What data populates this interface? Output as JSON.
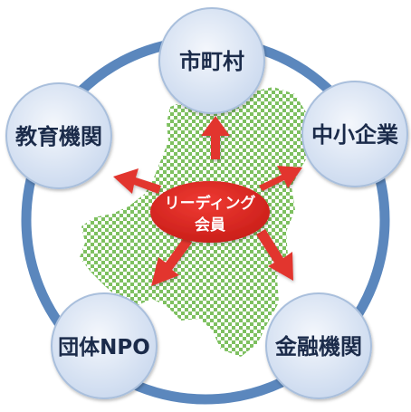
{
  "diagram": {
    "center": {
      "line1": "リーディング",
      "line2": "会員"
    },
    "nodes": [
      {
        "id": "municipality",
        "label": "市町村"
      },
      {
        "id": "sme",
        "label": "中小企業"
      },
      {
        "id": "finance",
        "label": "金融機関"
      },
      {
        "id": "organization-npo",
        "label": "団体NPO"
      },
      {
        "id": "education",
        "label": "教育機関"
      }
    ],
    "colors": {
      "ring": "#5b87bd",
      "node_fill": "#d8e3f3",
      "node_stroke": "#a9bfdc",
      "node_text": "#1b2b4a",
      "center_fill": "#d8241f",
      "center_text": "#ffffff",
      "arrow": "#e2352d",
      "map_green": "#7ec060"
    }
  }
}
